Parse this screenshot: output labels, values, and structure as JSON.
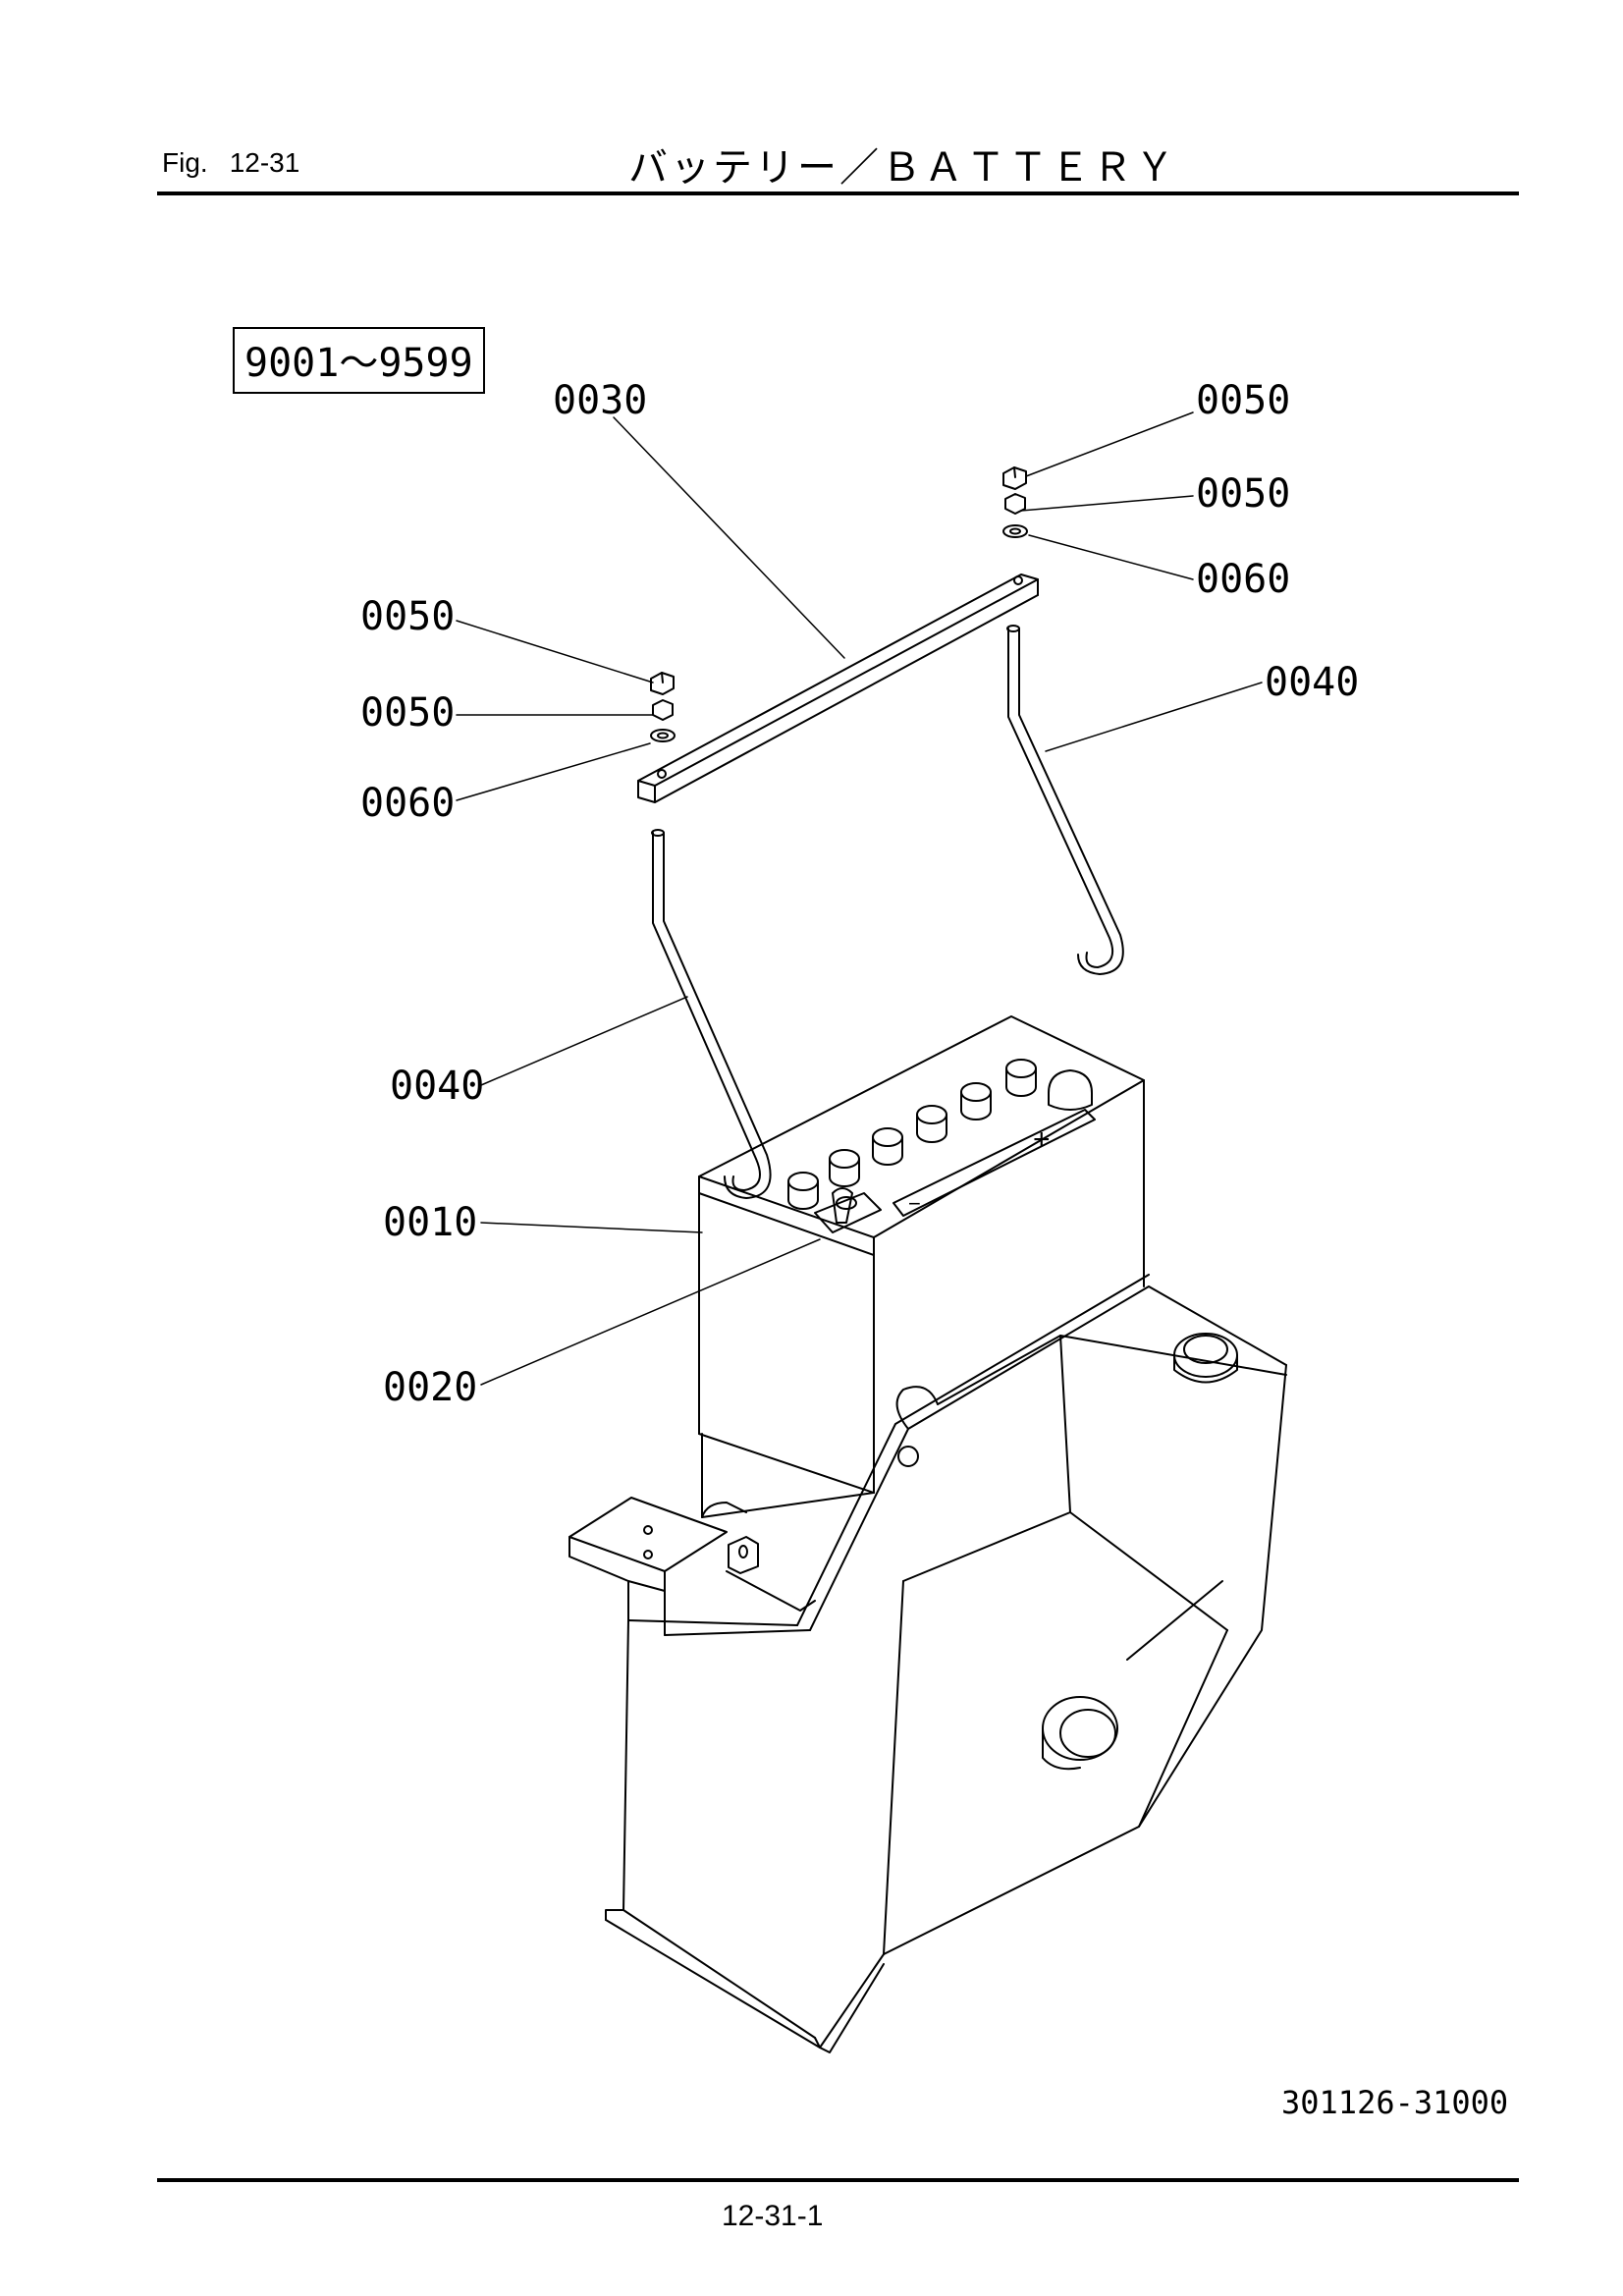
{
  "header": {
    "fig_label": "Fig.",
    "fig_number": "12-31",
    "title": "バッテリー／ＢＡＴＴＥＲＹ"
  },
  "serial_range": "9001～9599",
  "callouts": {
    "c0030": "0030",
    "c0050_right_top": "0050",
    "c0050_right_mid": "0050",
    "c0060_right": "0060",
    "c0040_right": "0040",
    "c0050_left_top": "0050",
    "c0050_left_mid": "0050",
    "c0060_left": "0060",
    "c0040_left": "0040",
    "c0010": "0010",
    "c0020": "0020"
  },
  "drawing_number": "301126-31000",
  "page_number": "12-31-1"
}
